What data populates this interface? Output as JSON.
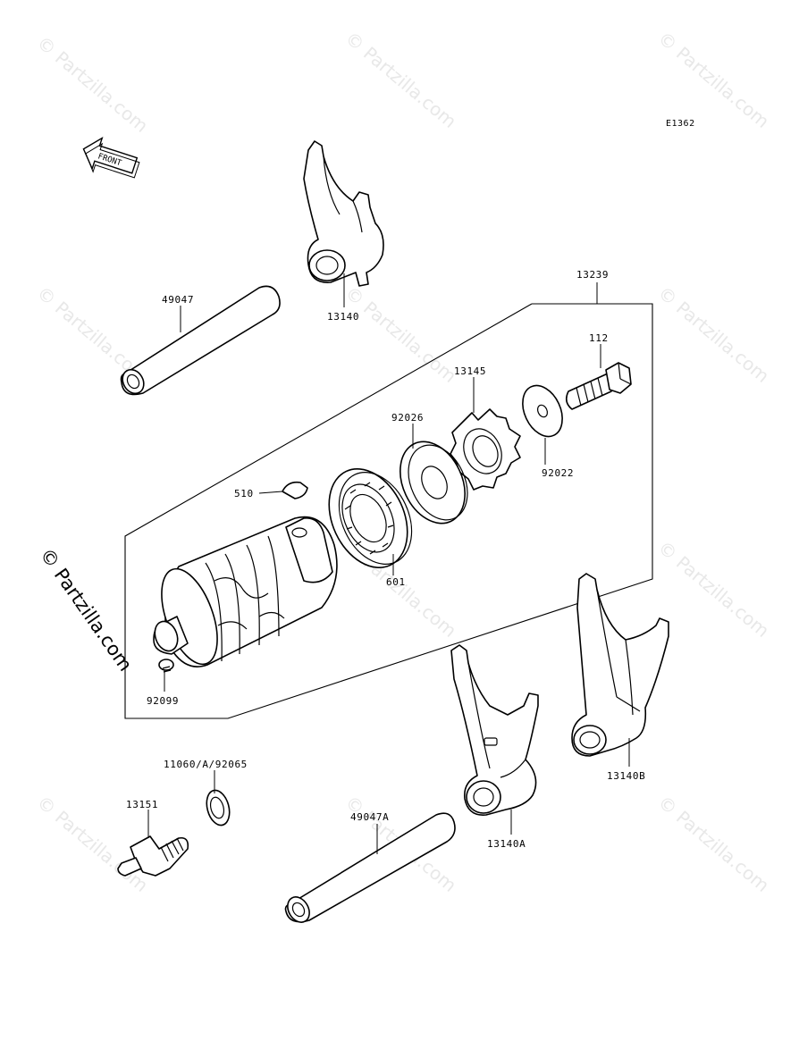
{
  "diagram": {
    "code": "E1362",
    "front_label": "FRONT",
    "watermark": "© Partzilla.com",
    "watermark_small": "© Partzilla.com"
  },
  "callouts": {
    "p49047": "49047",
    "p13140": "13140",
    "p13239": "13239",
    "p112": "112",
    "p13145": "13145",
    "p92026": "92026",
    "p92022": "92022",
    "p510": "510",
    "p601": "601",
    "p92099": "92099",
    "p13140B": "13140B",
    "p11060": "11060/A/92065",
    "p13151": "13151",
    "p49047A": "49047A",
    "p13140A": "13140A"
  }
}
